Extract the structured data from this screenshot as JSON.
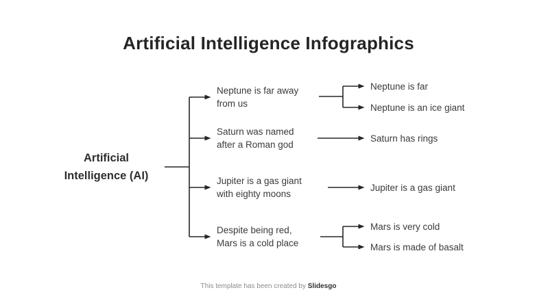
{
  "title": "Artificial Intelligence Infographics",
  "root": {
    "line1": "Artificial",
    "line2": "Intelligence (AI)"
  },
  "branches": [
    {
      "line1": "Neptune is far away",
      "line2": "from us",
      "children": [
        "Neptune is far",
        "Neptune is an ice giant"
      ]
    },
    {
      "line1": "Saturn was named",
      "line2": "after a Roman god",
      "children": [
        "Saturn has rings"
      ]
    },
    {
      "line1": "Jupiter is a gas giant",
      "line2": "with eighty moons",
      "children": [
        "Jupiter is a gas giant"
      ]
    },
    {
      "line1": "Despite being red,",
      "line2": "Mars is a cold place",
      "children": [
        "Mars is very cold",
        "Mars is made of basalt"
      ]
    }
  ],
  "footer": {
    "text": "This template has been created by ",
    "brand": "Slidesgo"
  },
  "colors": {
    "line": "#262626",
    "title_text": "#252525",
    "body_text": "#3a3a3a",
    "footer_text": "#8c8c8c"
  }
}
